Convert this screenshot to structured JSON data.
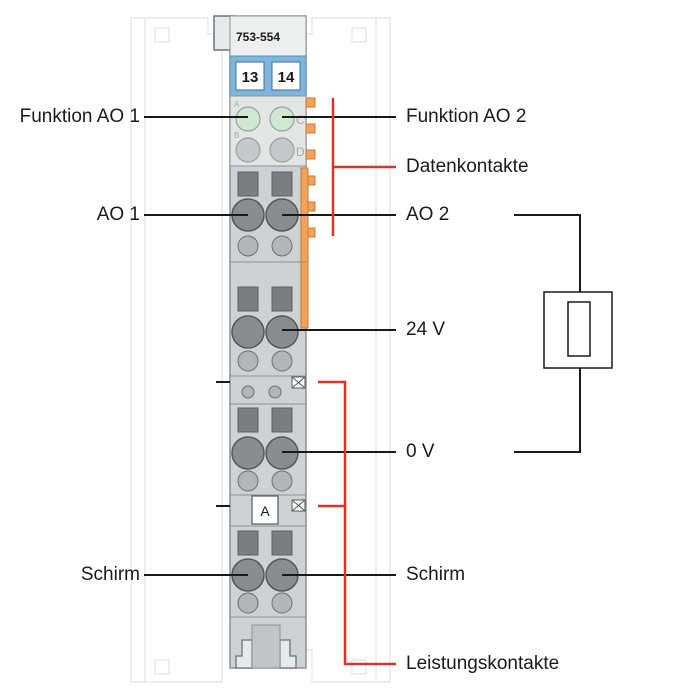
{
  "module": {
    "part_number": "753-554",
    "channel_numbers": [
      "13",
      "14"
    ],
    "marker_letter": "A",
    "led_letters": [
      "A",
      "C",
      "B",
      "D"
    ]
  },
  "labels": {
    "funktion_ao1": "Funktion AO 1",
    "funktion_ao2": "Funktion AO 2",
    "datenkontakte": "Datenkontakte",
    "ao1": "AO 1",
    "ao2": "AO 2",
    "v24": "24 V",
    "v0": "0 V",
    "schirm_left": "Schirm",
    "schirm_right": "Schirm",
    "leistungskontakte": "Leistungskontakte"
  },
  "colors": {
    "accent_red": "#d8352a",
    "data_contact_orange": "#f2a35a",
    "module_grey": "#cfd2d3",
    "label_blue": "#7fb6dd",
    "led_green": "#cfe8d2"
  }
}
